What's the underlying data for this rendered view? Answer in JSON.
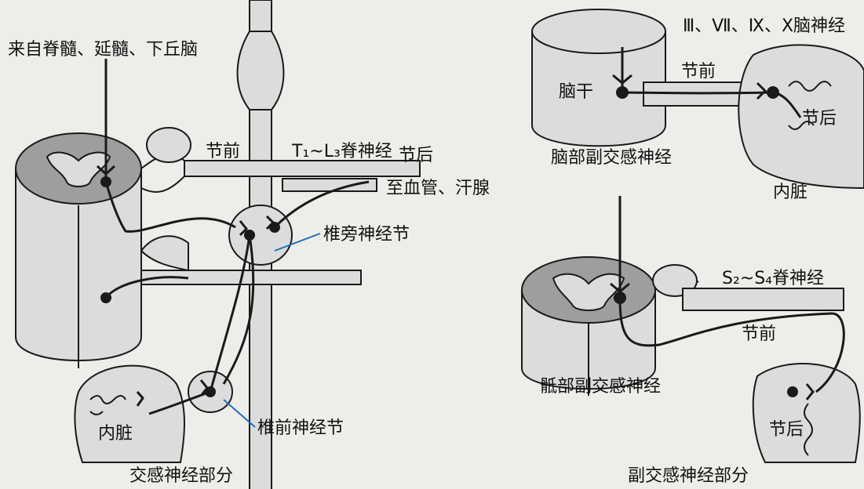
{
  "sympathetic": {
    "source_label": "来自脊髓、延髓、下丘脑",
    "preganglionic_label": "节前",
    "spinal_nerve_label": "T₁~L₃脊神经",
    "postganglionic_label": "节后",
    "target_label": "至血管、汗腺",
    "paravertebral_label": "椎旁神经节",
    "prevertebral_label": "椎前神经节",
    "viscera_label": "内脏",
    "caption": "交感神经部分"
  },
  "cranial": {
    "nerves_label": "Ⅲ、Ⅶ、Ⅸ、Ⅹ脑神经",
    "brainstem_label": "脑干",
    "preganglionic_label": "节前",
    "postganglionic_label": "节后",
    "caption": "脑部副交感神经",
    "viscera_label": "内脏"
  },
  "sacral": {
    "spinal_nerve_label": "S₂~S₄脊神经",
    "preganglionic_label": "节前",
    "caption": "骶部副交感神经",
    "postganglionic_label": "节后"
  },
  "parasympathetic_caption": "副交感神经部分",
  "colors": {
    "fill_light": "#dcdcdc",
    "fill_dark": "#9e9e9e",
    "line": "#1a1a1a",
    "pointer": "#1e6fbf"
  }
}
